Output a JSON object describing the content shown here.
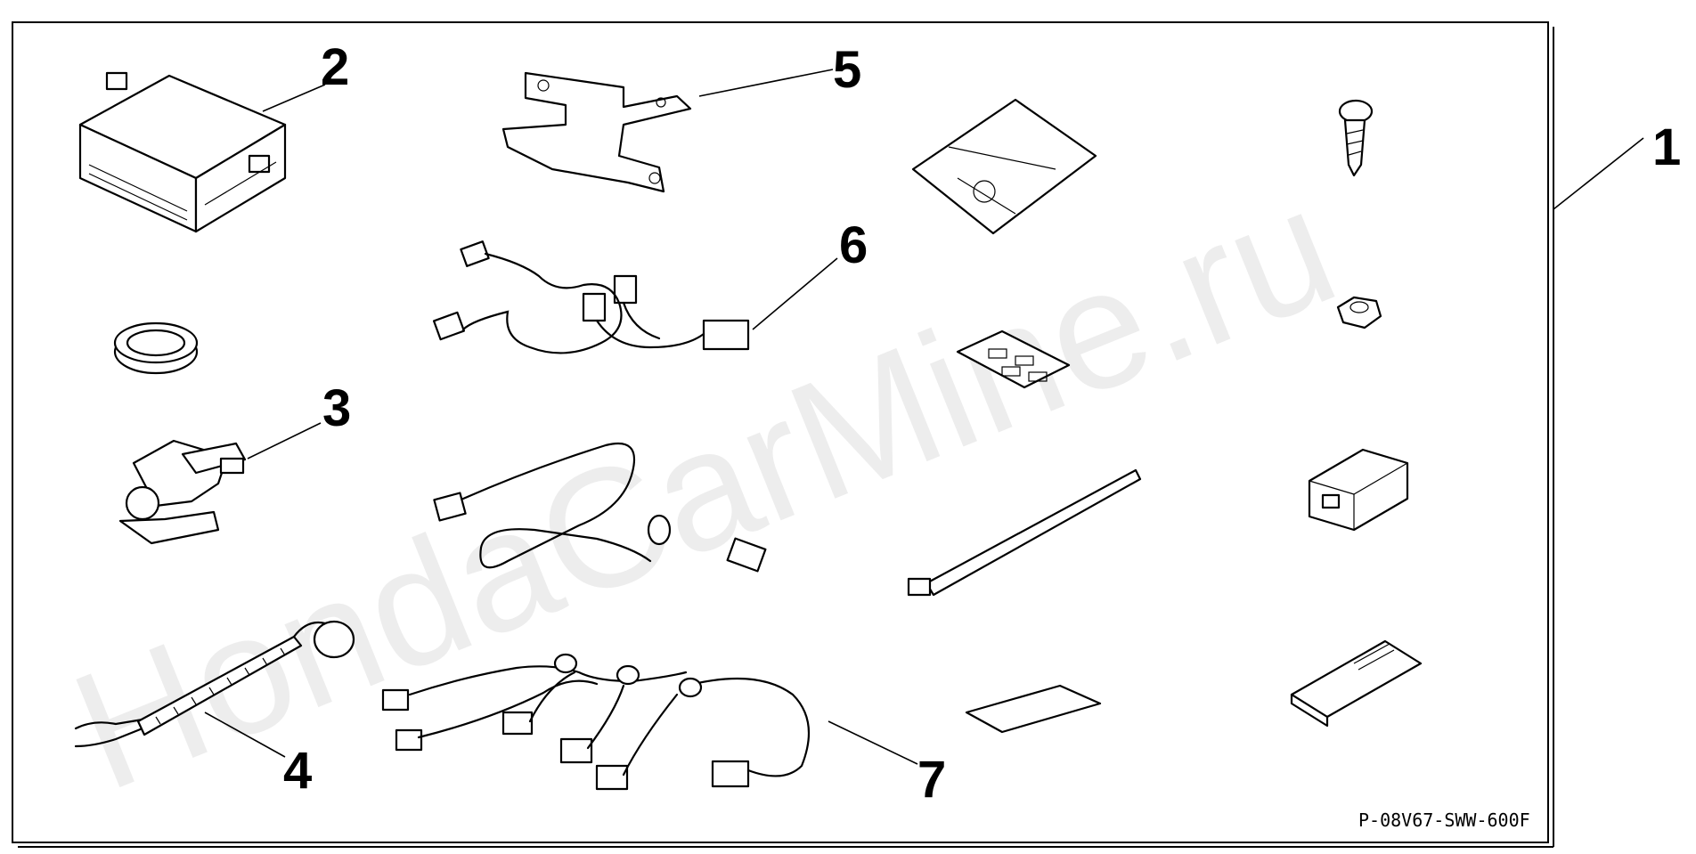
{
  "diagram": {
    "part_number": "P-08V67-SWW-600F",
    "watermark": "HondaCarMine.ru",
    "callouts": [
      {
        "id": "1",
        "label": "1"
      },
      {
        "id": "2",
        "label": "2"
      },
      {
        "id": "3",
        "label": "3"
      },
      {
        "id": "4",
        "label": "4"
      },
      {
        "id": "5",
        "label": "5"
      },
      {
        "id": "6",
        "label": "6"
      },
      {
        "id": "7",
        "label": "7"
      }
    ]
  }
}
